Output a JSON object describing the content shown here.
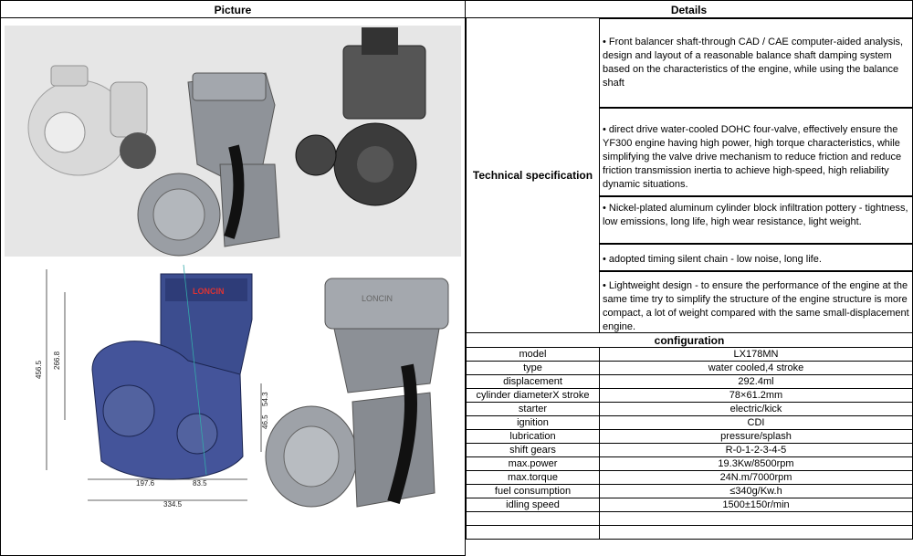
{
  "headers": {
    "picture": "Picture",
    "details": "Details"
  },
  "tech_label": "Technical specification",
  "specs": [
    "• Front balancer shaft-through CAD / CAE computer-aided analysis, design and layout of a reasonable balance shaft damping system based on the characteristics of the engine, while using the balance shaft",
    "• direct drive water-cooled DOHC four-valve, effectively ensure the YF300 engine having high power, high torque characteristics, while simplifying the valve drive mechanism to reduce friction and reduce friction transmission inertia to achieve high-speed, high reliability dynamic situations.",
    "• Nickel-plated aluminum cylinder block infiltration pottery - tightness, low emissions, long life, high wear resistance, light weight.",
    "• adopted timing silent chain - low noise, long life.",
    "• Lightweight design - to ensure the performance of the engine at the same time try to simplify the structure of the engine structure is more compact, a lot of weight compared with the same small-displacement engine."
  ],
  "configuration_title": "configuration",
  "config": [
    {
      "k": "model",
      "v": "LX178MN"
    },
    {
      "k": "type",
      "v": "water cooled,4 stroke"
    },
    {
      "k": "displacement",
      "v": "292.4ml"
    },
    {
      "k": "cylinder diameterX stroke",
      "v": "78×61.2mm"
    },
    {
      "k": "starter",
      "v": "electric/kick"
    },
    {
      "k": "ignition",
      "v": "CDI"
    },
    {
      "k": "lubrication",
      "v": "pressure/splash"
    },
    {
      "k": "shift gears",
      "v": "R-0-1-2-3-4-5"
    },
    {
      "k": "max.power",
      "v": "19.3Kw/8500rpm"
    },
    {
      "k": "max.torque",
      "v": "24N.m/7000rpm"
    },
    {
      "k": "fuel consumption",
      "v": "≤340g/Kw.h"
    },
    {
      "k": "idling speed",
      "v": "1500±150r/min"
    },
    {
      "k": "",
      "v": ""
    },
    {
      "k": "",
      "v": ""
    }
  ],
  "drawing": {
    "brand": "LONCIN",
    "dims": [
      "456.5",
      "266.8",
      "197.6",
      "83.5",
      "334.5",
      "46.5",
      "54.3"
    ]
  },
  "colors": {
    "border": "#000000",
    "engine_blue": "#3a4a8a",
    "engine_silver": "#9a9ea4",
    "photo_bg": "#e8e8e8"
  }
}
